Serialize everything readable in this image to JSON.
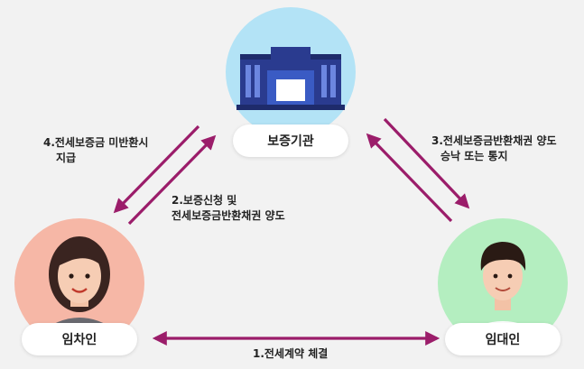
{
  "nodes": {
    "agency": {
      "label": "보증기관"
    },
    "tenant": {
      "label": "임차인"
    },
    "landlord": {
      "label": "임대인"
    }
  },
  "steps": [
    {
      "lines": [
        "1.전세계약 체결"
      ]
    },
    {
      "lines": [
        "2.보증신청 및",
        "전세보증금반환채권 양도"
      ]
    },
    {
      "lines": [
        "3.전세보증금반환채권 양도",
        "승낙 또는 통지"
      ]
    },
    {
      "lines": [
        "4.전세보증금 미반환시",
        "지급"
      ]
    }
  ],
  "colors": {
    "arrow": "#9b1d6a",
    "agency_circle": "#b3e3f6",
    "tenant_circle": "#f6b7a6",
    "landlord_circle": "#b4eec0",
    "background": "#f2f2f2"
  }
}
